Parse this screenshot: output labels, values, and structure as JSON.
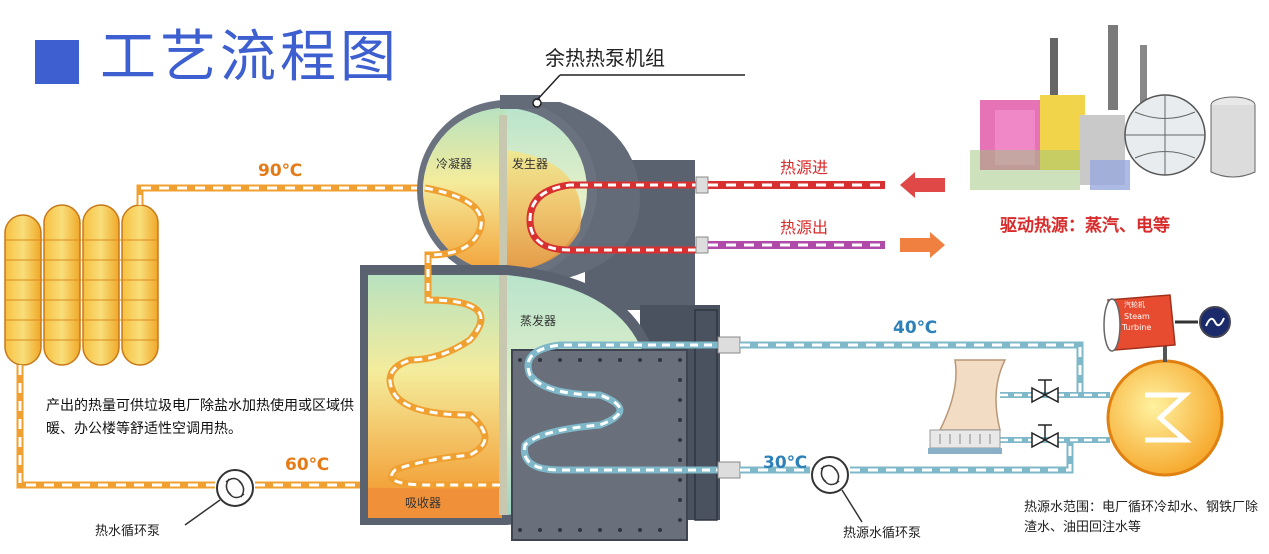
{
  "title": "工艺流程图",
  "unit_label": "余热热泵机组",
  "components": {
    "condenser": "冷凝器",
    "generator": "发生器",
    "evaporator": "蒸发器",
    "absorber": "吸收器"
  },
  "temps": {
    "t90": "90℃",
    "t60": "60℃",
    "t40": "40℃",
    "t30": "30℃"
  },
  "heat_in": "热源进",
  "heat_out": "热源出",
  "drive_source": "驱动热源：蒸汽、电等",
  "description": "产出的热量可供垃圾电厂除盐水加热使用或区域供暖、办公楼等舒适性空调用热。",
  "hot_water_pump": "热水循环泵",
  "source_water_pump": "热源水循环泵",
  "source_scope": "热源水范围：电厂循环冷却水、钢铁厂除渣水、油田回注水等",
  "turbine_text": {
    "line1": "汽轮机",
    "line2": "Steam",
    "line3": "Turbine"
  },
  "colors": {
    "title_blue": "#3d5fd0",
    "orange_pipe": "#f0a030",
    "red_pipe": "#d83030",
    "purple_pipe": "#b04aa8",
    "teal_pipe": "#7fb8c8",
    "shell": "#505866"
  }
}
